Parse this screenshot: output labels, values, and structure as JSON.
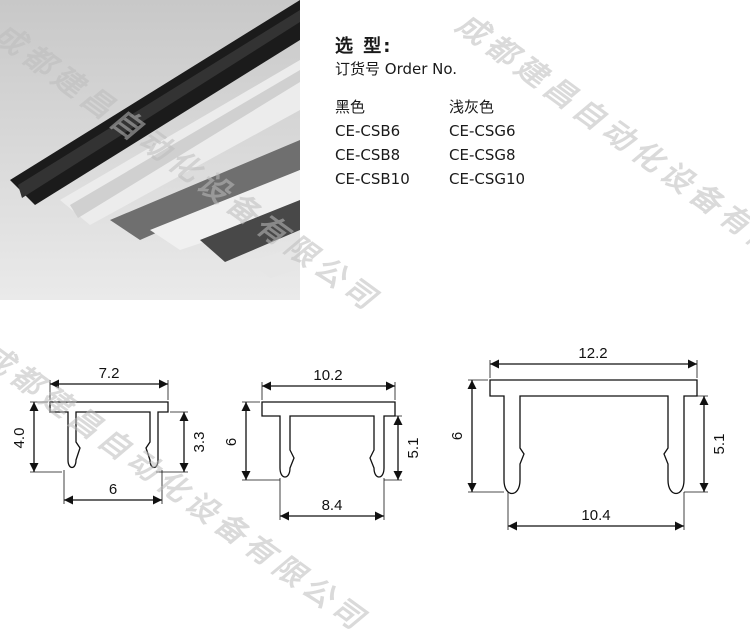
{
  "header": {
    "title": "选 型:",
    "order_label": "订货号 Order No."
  },
  "colors": {
    "left_heading": "黑色",
    "right_heading": "浅灰色"
  },
  "models": {
    "black": [
      "CE-CSB6",
      "CE-CSB8",
      "CE-CSB10"
    ],
    "gray": [
      "CE-CSG6",
      "CE-CSG8",
      "CE-CSG10"
    ]
  },
  "watermark": "成都建昌自动化设备有限公司",
  "drawings": {
    "d1": {
      "top_width": "7.2",
      "height": "4.0",
      "leg_height": "3.3",
      "bottom_width": "6"
    },
    "d2": {
      "top_width": "10.2",
      "height": "6",
      "leg_height": "5.1",
      "bottom_width": "8.4"
    },
    "d3": {
      "top_width": "12.2",
      "height": "6",
      "leg_height": "5.1",
      "bottom_width": "10.4"
    }
  },
  "photo_colors": {
    "black": "#1b1b1b",
    "white": "#eeeeee",
    "gray": "#6d6d6d",
    "background": "#d6d6d6"
  }
}
